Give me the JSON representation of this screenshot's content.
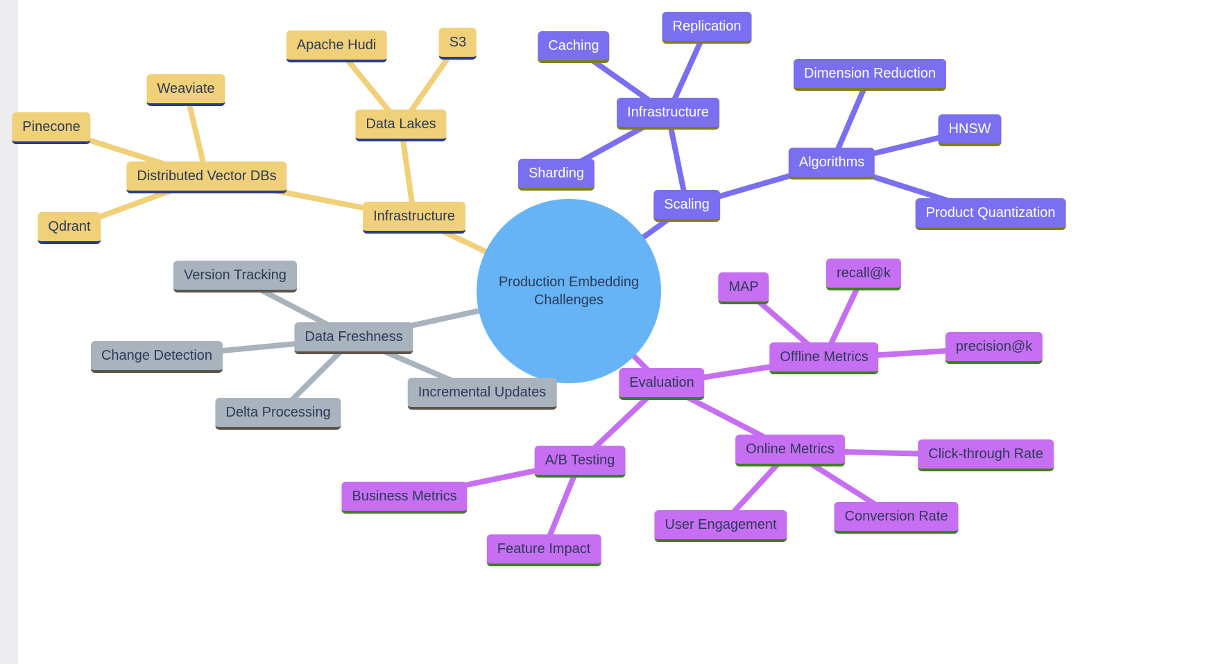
{
  "nodes": {
    "root": "Production Embedding Challenges",
    "infrastructure_storage": "Infrastructure",
    "distributed_vector_dbs": "Distributed Vector DBs",
    "pinecone": "Pinecone",
    "weaviate": "Weaviate",
    "qdrant": "Qdrant",
    "data_lakes": "Data Lakes",
    "apache_hudi": "Apache Hudi",
    "s3": "S3",
    "scaling": "Scaling",
    "infrastructure_scaling": "Infrastructure",
    "caching": "Caching",
    "replication": "Replication",
    "sharding": "Sharding",
    "algorithms": "Algorithms",
    "dimension_reduction": "Dimension Reduction",
    "hnsw": "HNSW",
    "product_quantization": "Product Quantization",
    "data_freshness": "Data Freshness",
    "version_tracking": "Version Tracking",
    "change_detection": "Change Detection",
    "delta_processing": "Delta Processing",
    "incremental_updates": "Incremental Updates",
    "evaluation": "Evaluation",
    "offline_metrics": "Offline Metrics",
    "map": "MAP",
    "recall_k": "recall@k",
    "precision_k": "precision@k",
    "online_metrics": "Online Metrics",
    "click_through_rate": "Click-through Rate",
    "user_engagement": "User Engagement",
    "conversion_rate": "Conversion Rate",
    "ab_testing": "A/B Testing",
    "business_metrics": "Business Metrics",
    "feature_impact": "Feature Impact"
  },
  "structure": {
    "root": [
      "infrastructure_storage",
      "scaling",
      "data_freshness",
      "evaluation"
    ],
    "infrastructure_storage": [
      "distributed_vector_dbs",
      "data_lakes"
    ],
    "distributed_vector_dbs": [
      "pinecone",
      "weaviate",
      "qdrant"
    ],
    "data_lakes": [
      "apache_hudi",
      "s3"
    ],
    "scaling": [
      "infrastructure_scaling",
      "algorithms"
    ],
    "infrastructure_scaling": [
      "caching",
      "replication",
      "sharding"
    ],
    "algorithms": [
      "dimension_reduction",
      "hnsw",
      "product_quantization"
    ],
    "data_freshness": [
      "version_tracking",
      "change_detection",
      "delta_processing",
      "incremental_updates"
    ],
    "evaluation": [
      "offline_metrics",
      "online_metrics",
      "ab_testing"
    ],
    "offline_metrics": [
      "map",
      "recall_k",
      "precision_k"
    ],
    "online_metrics": [
      "click_through_rate",
      "user_engagement",
      "conversion_rate"
    ],
    "ab_testing": [
      "business_metrics",
      "feature_impact"
    ]
  },
  "colors": {
    "root-fill": "#66B4F5",
    "storage-fill": "#F0D078",
    "storage-accent": "#293C8C",
    "scaling-fill": "#7A6FF0",
    "scaling-accent": "#7F7F16",
    "fresh-fill": "#A8B3BE",
    "fresh-accent": "#5D5349",
    "eval-fill": "#C76FF2",
    "eval-accent": "#3F7E1E",
    "text-dark": "#2C3A58",
    "text-light": "#FFFFFF",
    "canvas-bg": "#FFFFFF",
    "gutter-bg": "#EDEDEF"
  }
}
